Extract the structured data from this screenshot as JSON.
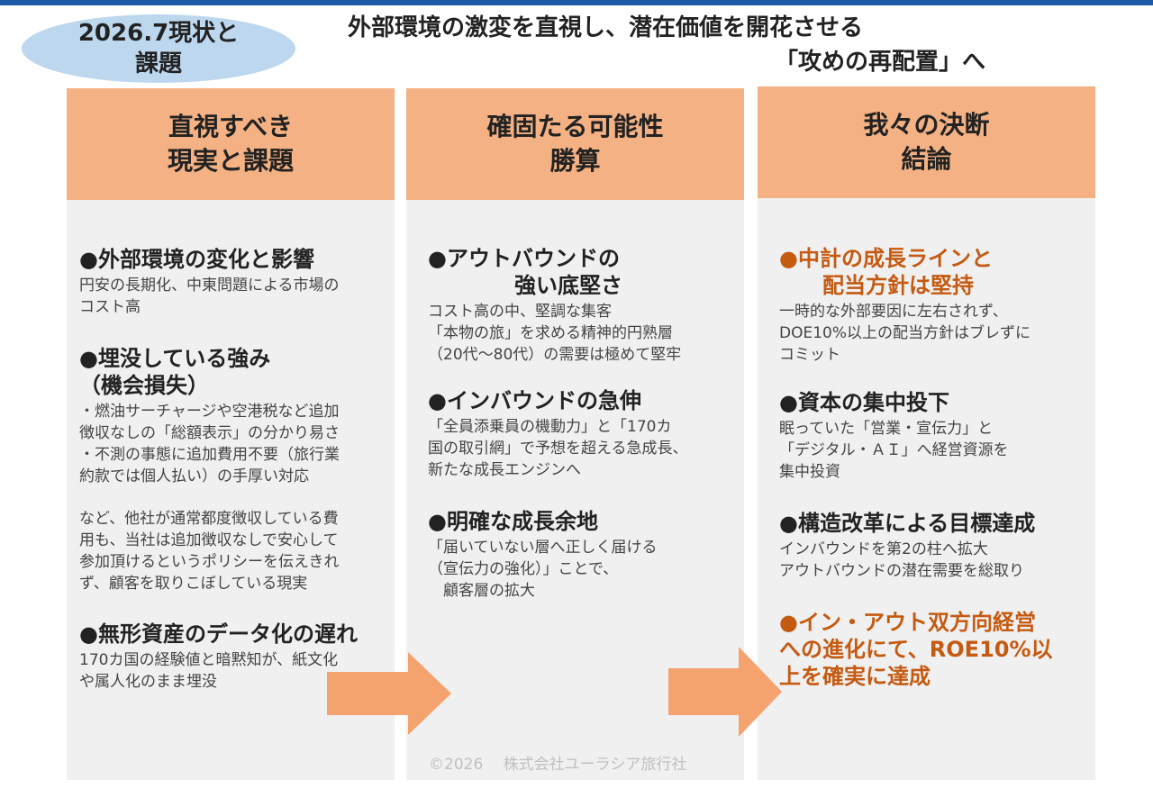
{
  "tag": {
    "text": "2026.7現状と\n課題"
  },
  "headline": {
    "line1": "外部環境の激変を直視し、潜在価値を開花させる",
    "line2": "「攻めの再配置」へ"
  },
  "columns": [
    {
      "header": "直視すべき\n現実と課題",
      "sections": [
        {
          "title": "●外部環境の変化と影響",
          "body": "円安の長期化、中東問題による市場の\nコスト高"
        },
        {
          "title": "●埋没している強み\n（機会損失）",
          "body": "・燃油サーチャージや空港税など追加\n徴収なしの「総額表示」の分かり易さ\n・不測の事態に追加費用不要（旅行業\n約款では個人払い）の手厚い対応"
        },
        {
          "title": "",
          "body": "など、他社が通常都度徴収している費\n用も、当社は追加徴収なしで安心して\n参加頂けるというポリシーを伝えきれ\nず、顧客を取りこぼしている現実"
        },
        {
          "title": "●無形資産のデータ化の遅れ",
          "body": "170カ国の経験値と暗黙知が、紙文化\nや属人化のまま埋没"
        }
      ]
    },
    {
      "header": "確固たる可能性\n勝算",
      "sections": [
        {
          "title": "●アウトバウンドの\n　　　　強い底堅さ",
          "body": "コスト高の中、堅調な集客\n「本物の旅」を求める精神的円熟層\n（20代〜80代）の需要は極めて堅牢"
        },
        {
          "title": "●インバウンドの急伸",
          "body": "「全員添乗員の機動力」と「170カ\n国の取引網」で予想を超える急成長、\n新たな成長エンジンへ"
        },
        {
          "title": "●明確な成長余地",
          "body": "「届いていない層へ正しく届ける\n（宣伝力の強化）」ことで、\n　顧客層の拡大"
        }
      ]
    },
    {
      "header": "我々の決断\n結論",
      "sections": [
        {
          "title": "●中計の成長ラインと\n　　配当方針は堅持",
          "body": "一時的な外部要因に左右されず、\nDOE10%以上の配当方針はブレずに\nコミット"
        },
        {
          "title": "●資本の集中投下",
          "body": "眠っていた「営業・宣伝力」と\n「デジタル・ＡＩ」へ経営資源を\n集中投資"
        },
        {
          "title": "●構造改革による目標達成",
          "body": "インバウンドを第2の柱へ拡大\nアウトバウンドの潜在需要を総取り"
        },
        {
          "title": "●イン・アウト双方向経営\nへの進化にて、ROE10%以\n上を確実に達成",
          "body": ""
        }
      ]
    }
  ],
  "footer": "©2026　 株式会社ユーラシア旅行社",
  "colors": {
    "top_bar": "#1f5aa6",
    "ellipse": "#bdd7ee",
    "column_header": "#f4b183",
    "column_bg": "#f0f0f0",
    "arrow": "#f4a26e",
    "highlight": "#c55a11"
  }
}
